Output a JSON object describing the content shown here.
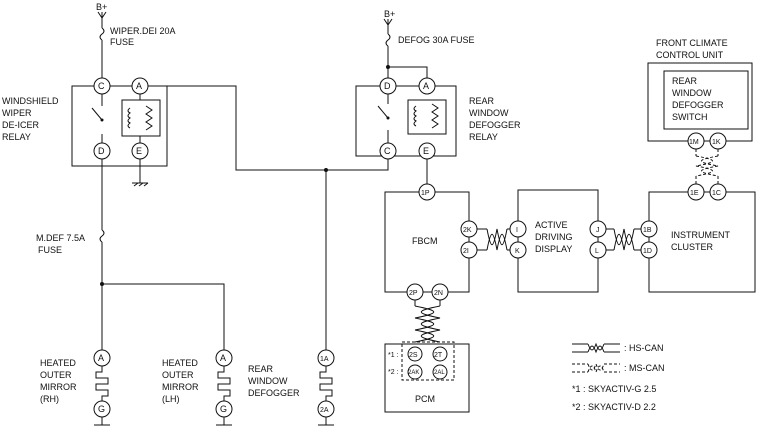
{
  "power": {
    "wiper_bplus": "B+",
    "defog_bplus": "B+"
  },
  "fuses": {
    "wiper_dei": "WIPER.DEI 20A",
    "wiper_dei_2": "FUSE",
    "defog": "DEFOG 30A FUSE",
    "mdef": "M.DEF 7.5A",
    "mdef_2": "FUSE"
  },
  "relays": {
    "wiper_deicer": [
      "WINDSHIELD",
      "WIPER",
      "DE-ICER",
      "RELAY"
    ],
    "rear_defogger": [
      "REAR",
      "WINDOW",
      "DEFOGGER",
      "RELAY"
    ]
  },
  "modules": {
    "fbcm": "FBCM",
    "pcm": "PCM",
    "active_display": [
      "ACTIVE",
      "DRIVING",
      "DISPLAY"
    ],
    "instrument_cluster": [
      "INSTRUMENT",
      "CLUSTER"
    ],
    "front_climate": [
      "FRONT CLIMATE",
      "CONTROL UNIT"
    ],
    "defogger_switch": [
      "REAR",
      "WINDOW",
      "DEFOGGER",
      "SWITCH"
    ]
  },
  "loads": {
    "mirror_rh": [
      "HEATED",
      "OUTER",
      "MIRROR",
      "(RH)"
    ],
    "mirror_lh": [
      "HEATED",
      "OUTER",
      "MIRROR",
      "(LH)"
    ],
    "rear_defogger": [
      "REAR",
      "WINDOW",
      "DEFOGGER"
    ]
  },
  "pins": {
    "wiper_relay": {
      "c": "C",
      "a": "A",
      "d": "D",
      "e": "E"
    },
    "defog_relay": {
      "d": "D",
      "a": "A",
      "c": "C",
      "e": "E"
    },
    "fbcm_1p": "1P",
    "fbcm_2k": "2K",
    "fbcm_2i": "2I",
    "fbcm_2p": "2P",
    "fbcm_2n": "2N",
    "ad_i": "I",
    "ad_k": "K",
    "ad_j": "J",
    "ad_l": "L",
    "ic_1b": "1B",
    "ic_1d": "1D",
    "ic_1e": "1E",
    "ic_1c": "1C",
    "fc_1m": "1M",
    "fc_1k": "1K",
    "pcm_2s": "2S",
    "pcm_2t": "2T",
    "pcm_2ak": "2AK",
    "pcm_2al": "2AL",
    "rh_a": "A",
    "rh_g": "G",
    "lh_a": "A",
    "lh_g": "G",
    "def_1a": "1A",
    "def_2a": "2A"
  },
  "pcm_notes": {
    "n1": "*1 :",
    "n2": "*2 :"
  },
  "legend": {
    "hs_can": ": HS-CAN",
    "ms_can": ": MS-CAN",
    "note1": "*1 :  SKYACTIV-G 2.5",
    "note2": "*2 :  SKYACTIV-D 2.2"
  }
}
